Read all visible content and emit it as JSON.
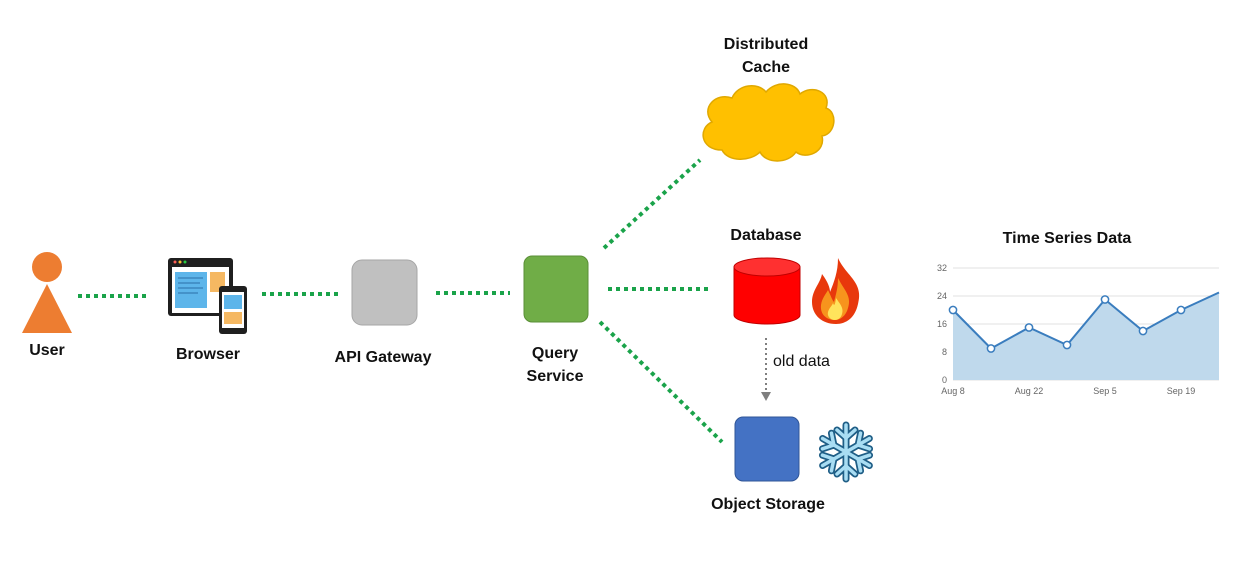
{
  "nodes": {
    "user": "User",
    "browser": "Browser",
    "api_gateway": "API Gateway",
    "query_service_line1": "Query",
    "query_service_line2": "Service",
    "cache_line1": "Distributed",
    "cache_line2": "Cache",
    "database": "Database",
    "object_storage": "Object Storage"
  },
  "edge_label": "old data",
  "colors": {
    "user": "#ED7D31",
    "connector": "#1AA34A",
    "api_gateway": "#C0C0C0",
    "query_service": "#70AD47",
    "cache": "#FFC000",
    "database": "#FF0000",
    "object_storage": "#4472C4",
    "chart_line": "#3A7DBE",
    "chart_fill": "#BFD9EC"
  },
  "icons": [
    "person-icon",
    "browser-devices-icon",
    "cloud-icon",
    "cylinder-icon",
    "fire-icon",
    "snowflake-icon"
  ],
  "chart_data": {
    "type": "area",
    "title": "Time Series Data",
    "x": [
      "Aug 8",
      "Aug 15",
      "Aug 22",
      "Aug 29",
      "Sep 5",
      "Sep 12",
      "Sep 19",
      "Sep 22"
    ],
    "xticks": [
      "Aug 8",
      "Aug 22",
      "Sep 5",
      "Sep 19"
    ],
    "values": [
      20,
      9,
      15,
      10,
      23,
      14,
      20,
      25
    ],
    "yticks": [
      0,
      8,
      16,
      24,
      32
    ],
    "ylim": [
      0,
      32
    ],
    "grid": true
  }
}
